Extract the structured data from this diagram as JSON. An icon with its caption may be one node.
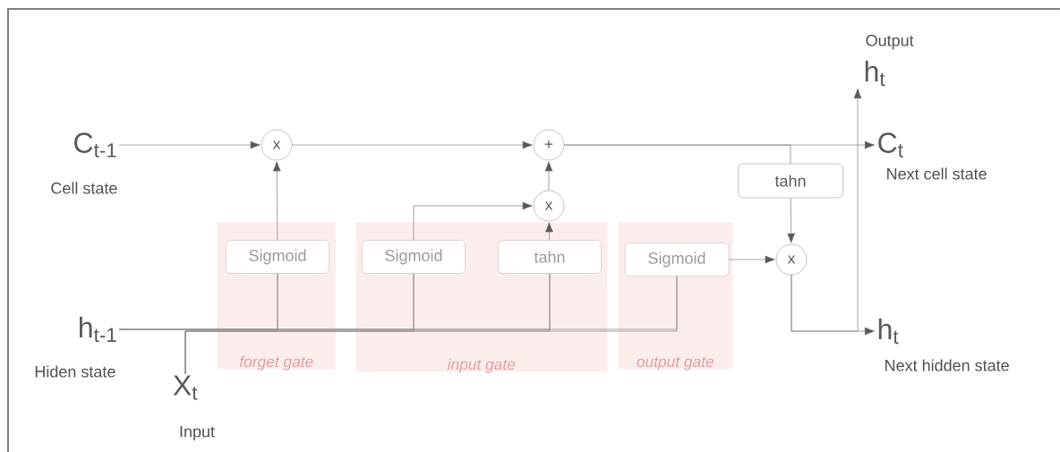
{
  "diagram": {
    "nodes": [
      {
        "text": [
          "C$_{t-1}$"
        ],
        "beside": [
          "Cell state"
        ]
      },
      {
        "text": [
          "h$_{t-1}$"
        ],
        "beside": [
          "Hiden state"
        ]
      },
      {
        "text": [
          "X$_{t}$"
        ],
        "beside": [
          "Input"
        ]
      },
      {
        "text": [
          "forget gate"
        ]
      },
      {
        "text": [
          "Sigmoid"
        ],
        "in": 3
      },
      {
        "text": [
          "input gate"
        ]
      },
      {
        "text": [
          "Sigmoid"
        ],
        "in": 5
      },
      {
        "text": [
          "tahn"
        ],
        "in": 5
      },
      {
        "text": [
          "output gate"
        ]
      },
      {
        "text": [
          "Sigmoid"
        ],
        "in": 8
      },
      {
        "text": [
          "x"
        ]
      },
      {
        "text": [
          "+"
        ]
      },
      {
        "text": [
          "x"
        ]
      },
      {
        "text": [
          "tahn"
        ]
      },
      {
        "text": [
          "x"
        ]
      },
      {
        "text": [
          "C$_{t}$"
        ],
        "beside": [
          "Next cell state"
        ]
      },
      {
        "text": [
          "h$_{t}$"
        ],
        "beside": [
          "Next hidden state"
        ]
      },
      {
        "text": [
          "h$_{t}$"
        ],
        "beside": [
          "Output"
        ]
      }
    ],
    "edges": [
      {
        "from": 0,
        "to": 10,
        "arrow": "to"
      },
      {
        "from": 10,
        "to": 11,
        "arrow": "to"
      },
      {
        "from": 11,
        "to": 15,
        "arrow": "to"
      },
      {
        "from": 11,
        "to": 13,
        "arrow": "none"
      },
      {
        "from": 13,
        "to": 14,
        "arrow": "to"
      },
      {
        "from": 12,
        "to": 11,
        "arrow": "to"
      },
      {
        "from": 6,
        "to": 12,
        "arrow": "to"
      },
      {
        "from": 7,
        "to": 12,
        "arrow": "to"
      },
      {
        "from": 4,
        "to": 10,
        "arrow": "to"
      },
      {
        "from": 9,
        "to": 14,
        "arrow": "to"
      },
      {
        "from": 14,
        "to": 16,
        "arrow": "to"
      },
      {
        "from": 14,
        "to": 17,
        "arrow": "to"
      },
      {
        "from": 1,
        "to": 4,
        "arrow": "none"
      },
      {
        "from": 1,
        "to": 6,
        "arrow": "none"
      },
      {
        "from": 1,
        "to": 7,
        "arrow": "none"
      },
      {
        "from": 1,
        "to": 9,
        "arrow": "none"
      },
      {
        "from": 2,
        "to": 4,
        "arrow": "none"
      },
      {
        "from": 2,
        "to": 6,
        "arrow": "none"
      },
      {
        "from": 2,
        "to": 7,
        "arrow": "none"
      },
      {
        "from": 2,
        "to": 9,
        "arrow": "none"
      }
    ]
  }
}
